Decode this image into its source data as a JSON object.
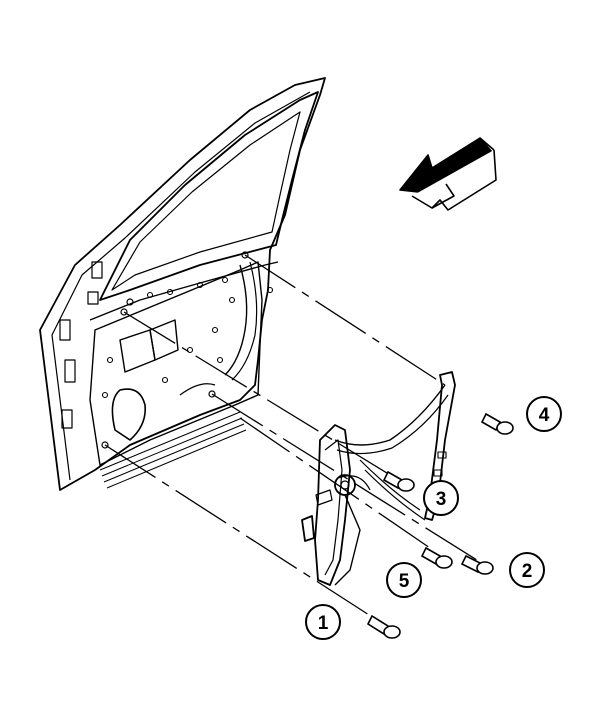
{
  "diagram": {
    "callouts": [
      {
        "id": "1",
        "label": "1"
      },
      {
        "id": "2",
        "label": "2"
      },
      {
        "id": "3",
        "label": "3"
      },
      {
        "id": "4",
        "label": "4"
      },
      {
        "id": "5",
        "label": "5"
      }
    ],
    "icons": {
      "direction": "forward-arrow-icon",
      "parts": [
        "door-panel",
        "window-regulator",
        "bolt"
      ]
    },
    "colors": {
      "line": "#000000",
      "background": "#ffffff",
      "arrow_fill": "#000000"
    }
  }
}
